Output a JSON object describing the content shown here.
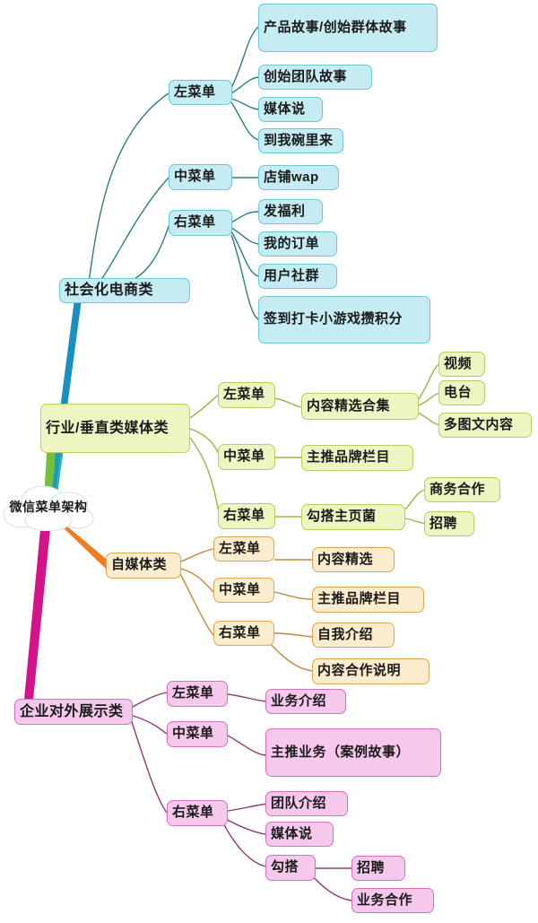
{
  "root": {
    "label": "微信菜单架构"
  },
  "palette": {
    "cyan_fill": "#c5ecf2",
    "cyan_line": "#1a8fc1",
    "green_fill": "#eef5c2",
    "green_line": "#8fbf3f",
    "orange_fill": "#fbeccd",
    "orange_line": "#e07820",
    "pink_fill": "#f6c8ec",
    "pink_line": "#c2138c"
  },
  "branches": [
    {
      "id": "social-commerce",
      "label": "社会化电商类",
      "theme": "cyan",
      "menus": [
        {
          "label": "左菜单",
          "items": [
            {
              "label": "产品故事/创始群体故事"
            },
            {
              "label": "创始团队故事"
            },
            {
              "label": "媒体说"
            },
            {
              "label": "到我碗里来"
            }
          ]
        },
        {
          "label": "中菜单",
          "items": [
            {
              "label": "店铺wap"
            }
          ]
        },
        {
          "label": "右菜单",
          "items": [
            {
              "label": "发福利"
            },
            {
              "label": "我的订单"
            },
            {
              "label": "用户社群"
            },
            {
              "label": "签到打卡小游戏攒积分"
            }
          ]
        }
      ]
    },
    {
      "id": "industry-vertical-media",
      "label": "行业/垂直类媒体类",
      "theme": "green",
      "menus": [
        {
          "label": "左菜单",
          "items": [
            {
              "label": "内容精选合集",
              "children": [
                {
                  "label": "视频"
                },
                {
                  "label": "电台"
                },
                {
                  "label": "多图文内容"
                }
              ]
            }
          ]
        },
        {
          "label": "中菜单",
          "items": [
            {
              "label": "主推品牌栏目"
            }
          ]
        },
        {
          "label": "右菜单",
          "items": [
            {
              "label": "勾搭主页菌",
              "children": [
                {
                  "label": "商务合作"
                },
                {
                  "label": "招聘"
                }
              ]
            }
          ]
        }
      ]
    },
    {
      "id": "self-media",
      "label": "自媒体类",
      "theme": "orange",
      "menus": [
        {
          "label": "左菜单",
          "items": [
            {
              "label": "内容精选"
            }
          ]
        },
        {
          "label": "中菜单",
          "items": [
            {
              "label": "主推品牌栏目"
            }
          ]
        },
        {
          "label": "右菜单",
          "items": [
            {
              "label": "自我介绍"
            },
            {
              "label": "内容合作说明"
            }
          ]
        }
      ]
    },
    {
      "id": "enterprise-showcase",
      "label": "企业对外展示类",
      "theme": "pink",
      "menus": [
        {
          "label": "左菜单",
          "items": [
            {
              "label": "业务介绍"
            }
          ]
        },
        {
          "label": "中菜单",
          "items": [
            {
              "label": "主推业务（案例故事）"
            }
          ]
        },
        {
          "label": "右菜单",
          "items": [
            {
              "label": "团队介绍"
            },
            {
              "label": "媒体说"
            },
            {
              "label": "勾搭",
              "children": [
                {
                  "label": "招聘"
                },
                {
                  "label": "业务合作"
                }
              ]
            }
          ]
        }
      ]
    }
  ],
  "nodes": {
    "c_l_menu": "左菜单",
    "c_l_1": "产品故事/创始群体故事",
    "c_l_2": "创始团队故事",
    "c_l_3": "媒体说",
    "c_l_4": "到我碗里来",
    "c_m_menu": "中菜单",
    "c_m_1": "店铺wap",
    "c_r_menu": "右菜单",
    "c_r_1": "发福利",
    "c_r_2": "我的订单",
    "c_r_3": "用户社群",
    "c_r_4": "签到打卡小游戏攒积分",
    "c_branch": "社会化电商类",
    "g_branch": "行业/垂直类媒体类",
    "g_l_menu": "左菜单",
    "g_l_1": "内容精选合集",
    "g_l_1_a": "视频",
    "g_l_1_b": "电台",
    "g_l_1_c": "多图文内容",
    "g_m_menu": "中菜单",
    "g_m_1": "主推品牌栏目",
    "g_r_menu": "右菜单",
    "g_r_1": "勾搭主页菌",
    "g_r_1_a": "商务合作",
    "g_r_1_b": "招聘",
    "o_branch": "自媒体类",
    "o_l_menu": "左菜单",
    "o_l_1": "内容精选",
    "o_m_menu": "中菜单",
    "o_m_1": "主推品牌栏目",
    "o_r_menu": "右菜单",
    "o_r_1": "自我介绍",
    "o_r_2": "内容合作说明",
    "p_branch": "企业对外展示类",
    "p_l_menu": "左菜单",
    "p_l_1": "业务介绍",
    "p_m_menu": "中菜单",
    "p_m_1": "主推业务（案例故事）",
    "p_r_menu": "右菜单",
    "p_r_1": "团队介绍",
    "p_r_2": "媒体说",
    "p_r_3": "勾搭",
    "p_r_3_a": "招聘",
    "p_r_3_b": "业务合作"
  }
}
